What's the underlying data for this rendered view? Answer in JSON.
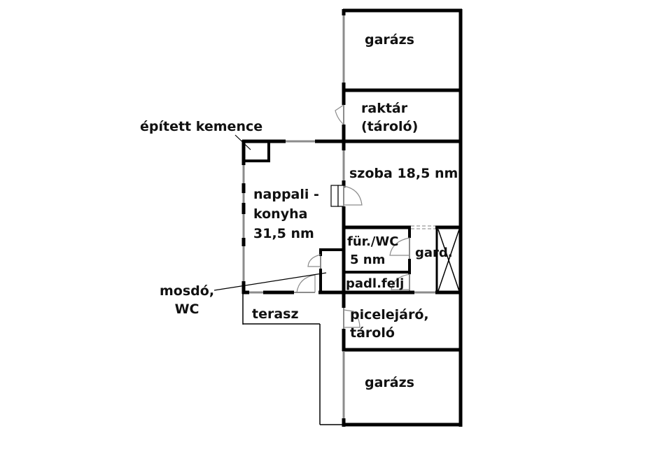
{
  "diagram": {
    "type": "floor-plan",
    "colors": {
      "wall": "#000000",
      "window": "#8c8c8c",
      "door": "#8c8c8c",
      "text": "#111111",
      "background": "#ffffff"
    },
    "rooms": [
      {
        "id": "garazs-top",
        "label": "garázs"
      },
      {
        "id": "raktar",
        "label_lines": [
          "raktár",
          "(tároló)"
        ]
      },
      {
        "id": "szoba",
        "label": "szoba 18,5 nm"
      },
      {
        "id": "nappali",
        "label_lines": [
          "nappali -",
          "konyha",
          "31,5 nm"
        ]
      },
      {
        "id": "fur-wc",
        "label_lines": [
          "für./WC",
          "5 nm"
        ]
      },
      {
        "id": "gard",
        "label": "gard."
      },
      {
        "id": "padl-felj",
        "label": "padl.felj"
      },
      {
        "id": "picelejaro",
        "label_lines": [
          "picelejáró,",
          "tároló"
        ]
      },
      {
        "id": "garazs-bottom",
        "label": "garázs"
      },
      {
        "id": "terasz",
        "label": "terasz"
      }
    ],
    "annotations": [
      {
        "id": "kemence",
        "label": "épített kemence"
      },
      {
        "id": "mosdo",
        "label_lines": [
          "mosdó,",
          "WC"
        ]
      }
    ]
  }
}
